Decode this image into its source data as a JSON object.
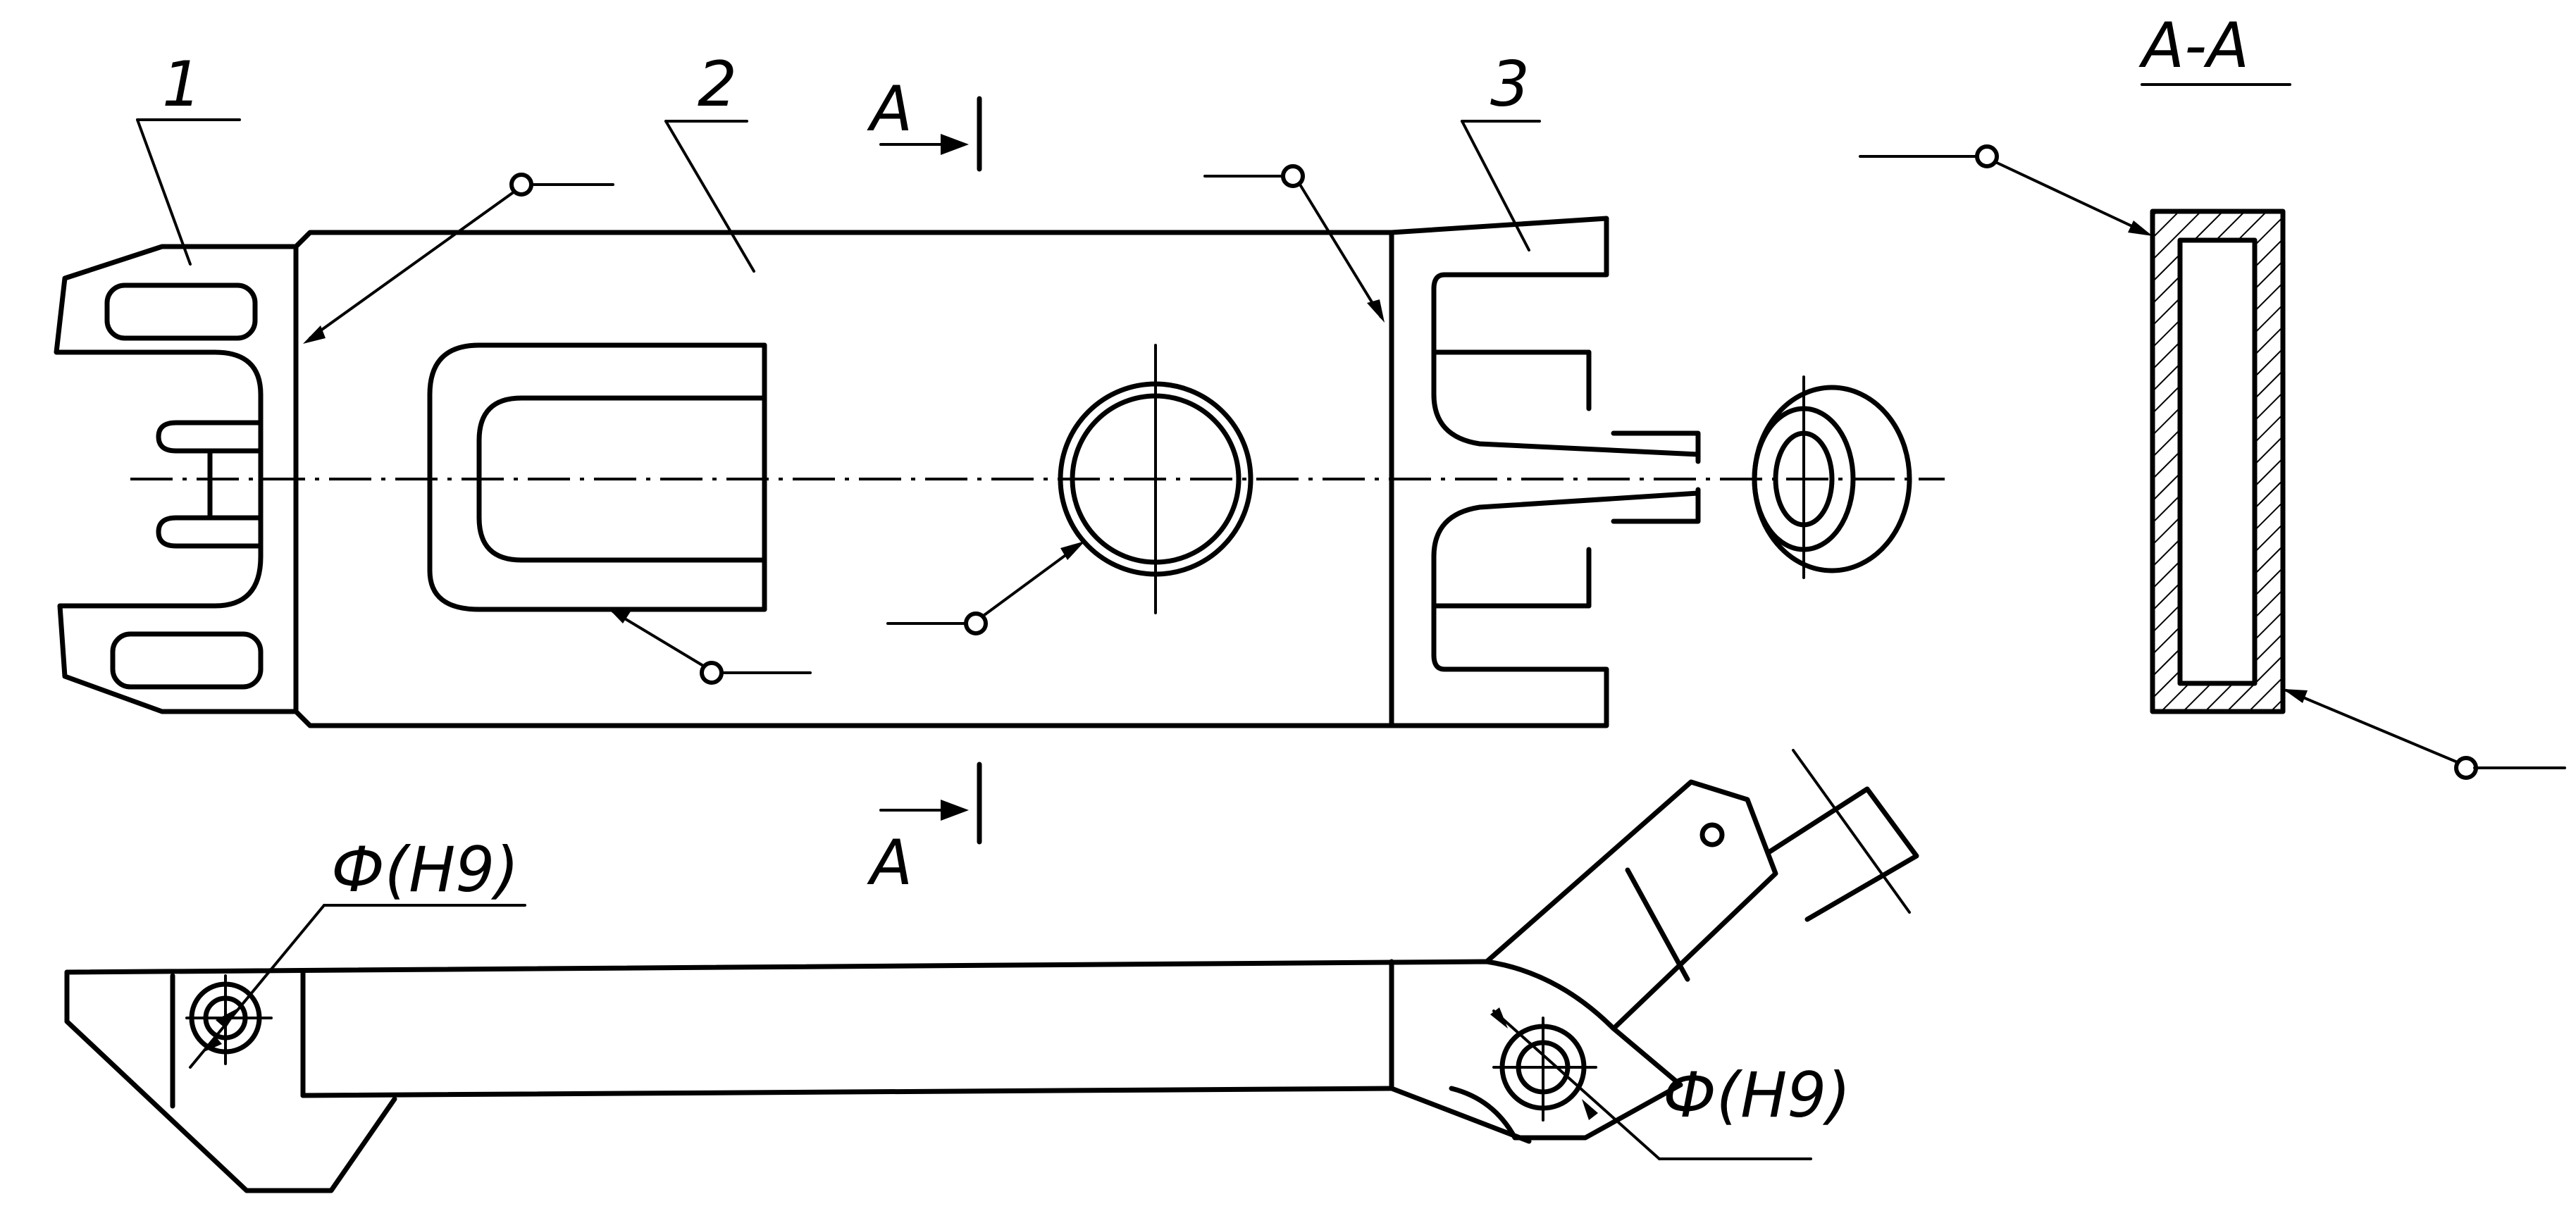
{
  "labels": {
    "part_1": "1",
    "part_2": "2",
    "part_3": "3",
    "section_mark_top": "А",
    "section_mark_bottom": "А",
    "section_title": "А-А",
    "fit_left": "Ф(Н9)",
    "fit_right": "Ф(Н9)"
  }
}
